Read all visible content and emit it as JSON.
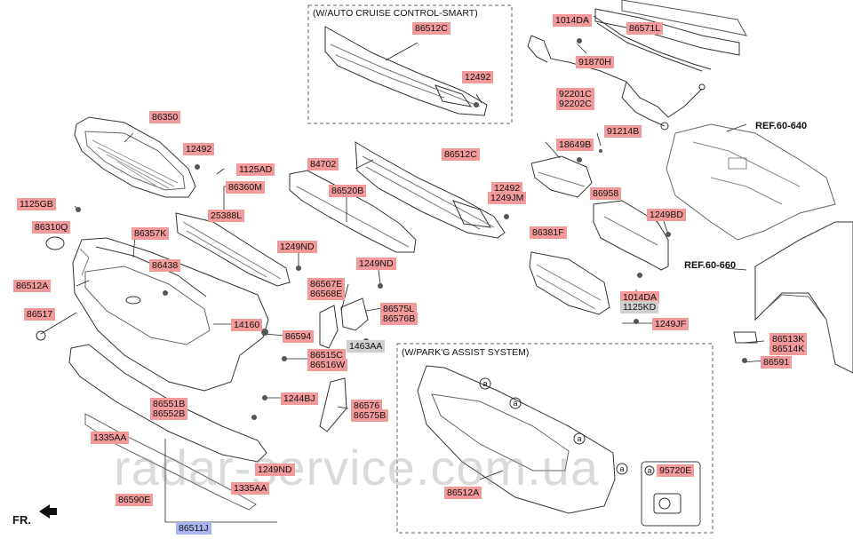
{
  "boxes": {
    "cruise_title": "(W/AUTO CRUISE CONTROL-SMART)",
    "park_title": "(W/PARK'G ASSIST SYSTEM)"
  },
  "refs": {
    "ref1": "REF.60-640",
    "ref2": "REF.60-660"
  },
  "orientation": "FR.",
  "watermark": "radar-service.com.ua",
  "markers": {
    "a": "a"
  },
  "labels": {
    "p86512C_top": "86512C",
    "p12492_top": "12492",
    "p1014DA_top": "1014DA",
    "p86571L": "86571L",
    "p91870H": "91870H",
    "p92201C": "92201C",
    "p92202C": "92202C",
    "p91214B": "91214B",
    "p18649B": "18649B",
    "p86350": "86350",
    "p12492_grille": "12492",
    "p1125AD": "1125AD",
    "p86360M": "86360M",
    "p25388L": "25388L",
    "p84702": "84702",
    "p86520B": "86520B",
    "p86512C_mid": "86512C",
    "p12492_mid": "12492",
    "p1249JM": "1249JM",
    "p86958": "86958",
    "p1249BD": "1249BD",
    "p86381F": "86381F",
    "p1014DA_mid": "1014DA",
    "p1125KD": "1125KD",
    "p1249JF": "1249JF",
    "p1125GB": "1125GB",
    "p86310Q": "86310Q",
    "p86357K": "86357K",
    "p86438": "86438",
    "p1249ND_a": "1249ND",
    "p1249ND_b": "1249ND",
    "p86512A_left": "86512A",
    "p86567E": "86567E",
    "p86568E": "86568E",
    "p86575L": "86575L",
    "p86576B": "86576B",
    "p86517": "86517",
    "p14160": "14160",
    "p86594": "86594",
    "p1463AA": "1463AA",
    "p86515C": "86515C",
    "p86516W": "86516W",
    "p86513K": "86513K",
    "p86514K": "86514K",
    "p86591": "86591",
    "p86551B": "86551B",
    "p86552B": "86552B",
    "p1244BJ": "1244BJ",
    "p86576": "86576",
    "p86575B": "86575B",
    "p1335AA_a": "1335AA",
    "p1249ND_c": "1249ND",
    "p1335AA_b": "1335AA",
    "p86590E": "86590E",
    "p86511J": "86511J",
    "p86512A_park": "86512A",
    "p95720E": "95720E"
  }
}
